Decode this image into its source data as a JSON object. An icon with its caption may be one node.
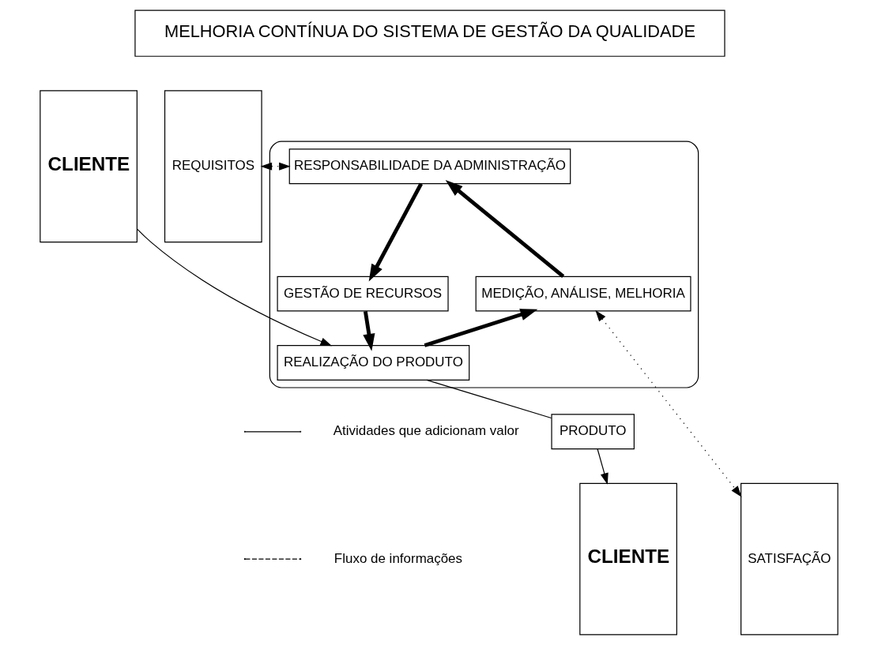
{
  "diagram": {
    "nodes": [
      {
        "text": [
          "MELHORIA CONTÍNUA DO SISTEMA DE GESTÃO DA QUALIDADE"
        ]
      },
      {
        "text": [
          "CLIENTE"
        ]
      },
      {
        "text": [
          "REQUISITOS"
        ]
      },
      {
        "text": [],
        "shape": "ellipse"
      },
      {
        "text": [
          "RESPONSABILIDADE DA ADMINISTRAÇÃO"
        ],
        "in": 3
      },
      {
        "text": [
          "GESTÃO DE RECURSOS"
        ],
        "in": 3
      },
      {
        "text": [
          "MEDIÇÃO, ANÁLISE, MELHORIA"
        ],
        "in": 3
      },
      {
        "text": [
          "REALIZAÇÃO DO PRODUTO"
        ],
        "in": 3
      },
      {
        "text": [
          "PRODUTO"
        ]
      },
      {
        "text": [
          "SATISFAÇÃO"
        ]
      },
      {
        "text": [
          "CLIENTE"
        ]
      }
    ],
    "edges": [
      {
        "from": 2,
        "to": 4,
        "arrow": "both",
        "style": "dashed"
      },
      {
        "from": 4,
        "to": 5,
        "arrow": "to",
        "style": "thick"
      },
      {
        "from": 5,
        "to": 7,
        "arrow": "to",
        "style": "thick"
      },
      {
        "from": 7,
        "to": 6,
        "arrow": "to",
        "style": "thick"
      },
      {
        "from": 6,
        "to": 4,
        "arrow": "to",
        "style": "thick"
      },
      {
        "from": 6,
        "to": 9,
        "arrow": "both",
        "style": "dashed"
      },
      {
        "from": 1,
        "to": 7,
        "arrow": "to"
      },
      {
        "from": 7,
        "to": 8,
        "arrow": "none"
      },
      {
        "from": 8,
        "to": 10,
        "arrow": "to"
      }
    ],
    "legend": [
      {
        "text": "Atividades que adicionam valor"
      },
      {
        "text": "Fluxo de informações"
      }
    ]
  }
}
